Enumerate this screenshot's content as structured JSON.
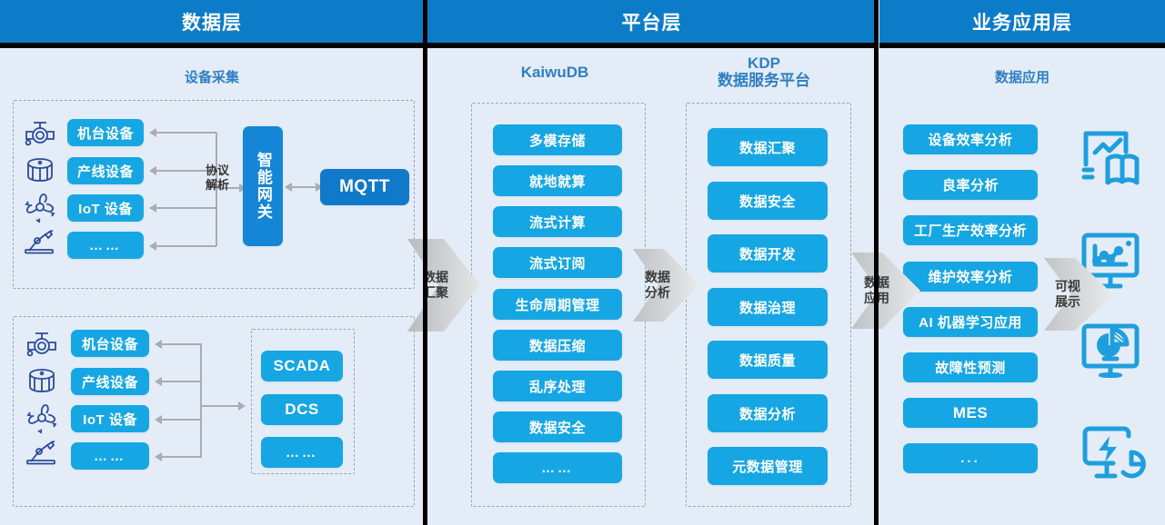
{
  "columns": [
    {
      "id": "data-layer",
      "title": "数据层",
      "subtitle": "设备采集",
      "group_top": {
        "devices": [
          "机台设备",
          "产线设备",
          "IoT 设备",
          "……"
        ],
        "device_icons": [
          "valve-icon",
          "tank-icon",
          "fan-icon",
          "robot-arm-icon"
        ],
        "link_label": "协议\n解析",
        "link_label_line1": "协议",
        "link_label_line2": "解析",
        "gateway": "智能网关",
        "broker": "MQTT"
      },
      "group_bottom": {
        "devices": [
          "机台设备",
          "产线设备",
          "IoT 设备",
          "……"
        ],
        "device_icons": [
          "valve-icon",
          "tank-icon",
          "fan-icon",
          "robot-arm-icon"
        ],
        "systems": [
          "SCADA",
          "DCS",
          "……"
        ]
      }
    },
    {
      "id": "platform-layer",
      "title": "平台层",
      "left_group": {
        "subtitle": "KaiwuDB",
        "items": [
          "多模存储",
          "就地就算",
          "流式计算",
          "流式订阅",
          "生命周期管理",
          "数据压缩",
          "乱序处理",
          "数据安全",
          "……"
        ]
      },
      "right_group": {
        "subtitle_line1": "KDP",
        "subtitle_line2": "数据服务平台",
        "items": [
          "数据汇聚",
          "数据安全",
          "数据开发",
          "数据治理",
          "数据质量",
          "数据分析",
          "元数据管理"
        ]
      }
    },
    {
      "id": "business-layer",
      "title": "业务应用层",
      "subtitle": "数据应用",
      "items": [
        "设备效率分析",
        "良率分析",
        "工厂生产效率分析",
        "维护效率分析",
        "AI 机器学习应用",
        "故障性预测",
        "MES",
        "..."
      ],
      "visual_icons": [
        "report-chart-book-icon",
        "monitor-line-chart-icon",
        "monitor-pie-chart-icon",
        "monitor-energy-gauge-icon"
      ]
    }
  ],
  "flow_arrows": [
    {
      "name": "arrow-data-aggregation",
      "line1": "数据",
      "line2": "汇聚"
    },
    {
      "name": "arrow-data-analysis",
      "line1": "数据",
      "line2": "分析"
    },
    {
      "name": "arrow-data-application",
      "line1": "数据",
      "line2": "应用"
    },
    {
      "name": "arrow-visual-presentation",
      "line1": "可视",
      "line2": "展示"
    }
  ],
  "colors": {
    "header_blue": "#0c7cc8",
    "pill_blue": "#16a6e4",
    "pill_deep_blue": "#1079c9",
    "panel_bg": "#e4edf7",
    "subtitle_blue": "#2f7fc4",
    "connector_grey": "#a7adb3",
    "divider_black": "#000000"
  }
}
